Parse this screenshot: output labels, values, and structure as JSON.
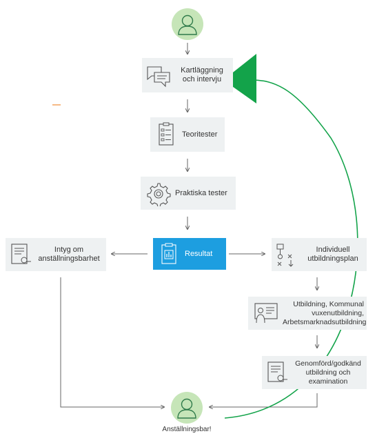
{
  "steps": {
    "kartlaggning": "Kartläggning och intervju",
    "teoritester": "Teoritester",
    "praktiska": "Praktiska tester",
    "resultat": "Resultat",
    "intyg": "Intyg om anställningsbarhet",
    "plan": "Individuell utbildningsplan",
    "utbildning": "Utbildning, Kommunal vuxenutbildning, Arbetsmarknadsutbildning",
    "genomford": "Genomförd/godkänd utbildning och examination"
  },
  "end_label": "Anställningsbar!",
  "colors": {
    "box_bg": "#eef1f2",
    "highlight": "#1d9ee0",
    "avatar_bg": "#c6e5b8",
    "avatar_line": "#2f7a4a",
    "feedback_arrow": "#13a34a",
    "connector": "#666666"
  },
  "icons": {
    "start": "person-icon",
    "kartlaggning": "chat-bubbles-icon",
    "teoritester": "checklist-icon",
    "praktiska": "gear-icon",
    "resultat": "clipboard-chart-icon",
    "intyg": "certificate-icon",
    "plan": "flowchart-icon",
    "utbildning": "teacher-board-icon",
    "genomford": "certificate-icon",
    "end": "person-icon"
  }
}
